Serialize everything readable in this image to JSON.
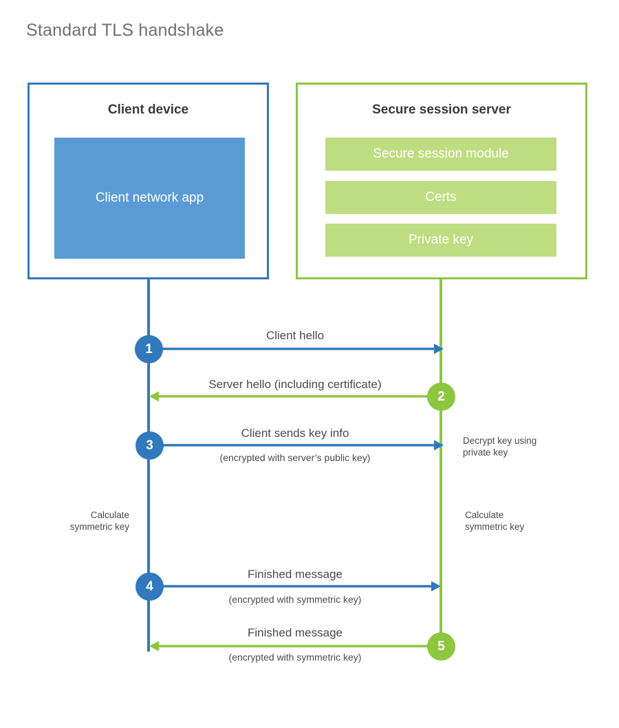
{
  "title": "Standard TLS handshake",
  "colors": {
    "client_accent": "#3179bc",
    "client_app_fill": "#5b9bd5",
    "server_accent": "#8dc63f",
    "server_bar_fill": "#bedd80",
    "title_text": "#6f7073",
    "body_text": "#4a4a4c"
  },
  "client": {
    "title": "Client device",
    "app_label": "Client network\napp"
  },
  "server": {
    "title": "Secure session server",
    "components": [
      {
        "label": "Secure session module"
      },
      {
        "label": "Certs"
      },
      {
        "label": "Private key"
      }
    ]
  },
  "steps": [
    {
      "number": "1",
      "direction": "client-to-server",
      "color": "blue",
      "primary": "Client hello",
      "secondary": ""
    },
    {
      "number": "2",
      "direction": "server-to-client",
      "color": "green",
      "primary": "Server hello (including certificate)",
      "secondary": ""
    },
    {
      "number": "3",
      "direction": "client-to-server",
      "color": "blue",
      "primary": "Client sends key info",
      "secondary": "(encrypted with server’s public key)"
    },
    {
      "number": "4",
      "direction": "client-to-server",
      "color": "blue",
      "primary": "Finished message",
      "secondary": "(encrypted with symmetric key)"
    },
    {
      "number": "5",
      "direction": "server-to-client",
      "color": "green",
      "primary": "Finished message",
      "secondary": "(encrypted with symmetric key)"
    }
  ],
  "annotations": {
    "server_decrypt": "Decrypt key using\nprivate key",
    "client_calculate": "Calculate\nsymmetric key",
    "server_calculate": "Calculate\nsymmetric key"
  }
}
